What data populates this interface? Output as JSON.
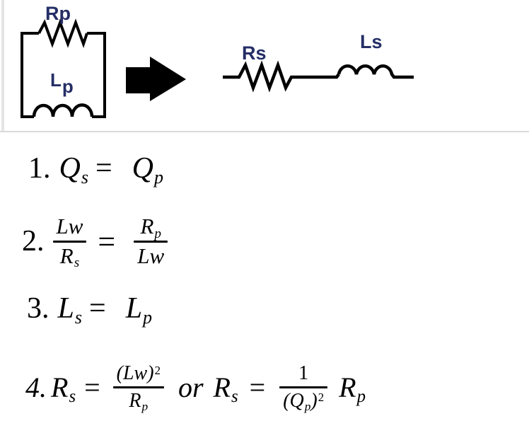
{
  "colors": {
    "background": "#ffffff",
    "circuit_line": "#000000",
    "component_label": "#252e66",
    "equation_text": "#000000",
    "edge_artifact_gray": "#d9d9d9"
  },
  "figure": {
    "parallel": {
      "resistor_label": "Rp",
      "inductor_label_base": "L",
      "inductor_label_sub": "p"
    },
    "series": {
      "resistor_label": "Rs",
      "inductor_label": "Ls"
    }
  },
  "equations": {
    "eq1": {
      "number": "1.",
      "lhs_base": "Q",
      "lhs_sub": "s",
      "equals": "=",
      "rhs_base": "Q",
      "rhs_sub": "p"
    },
    "eq2": {
      "number": "2.",
      "frac_left": {
        "num": "Lw",
        "den_base": "R",
        "den_sub": "s"
      },
      "equals": "=",
      "frac_right": {
        "num_base": "R",
        "num_sub": "p",
        "den": "Lw"
      }
    },
    "eq3": {
      "number": "3.",
      "lhs_base": "L",
      "lhs_sub": "s",
      "equals": "=",
      "rhs_base": "L",
      "rhs_sub": "p"
    },
    "eq4": {
      "number": "4.",
      "lhs_base": "R",
      "lhs_sub": "s",
      "equals_1": "=",
      "frac_1": {
        "num_base": "(Lw)",
        "num_sup": "2",
        "den_base": "R",
        "den_sub": "p"
      },
      "or_text": "or",
      "mid_base": "R",
      "mid_sub": "s",
      "equals_2": "=",
      "frac_2": {
        "num": "1",
        "den_open": "(Q",
        "den_sub": "p",
        "den_close": ")",
        "den_sup": "2"
      },
      "rhs_base": "R",
      "rhs_sub": "p"
    }
  }
}
